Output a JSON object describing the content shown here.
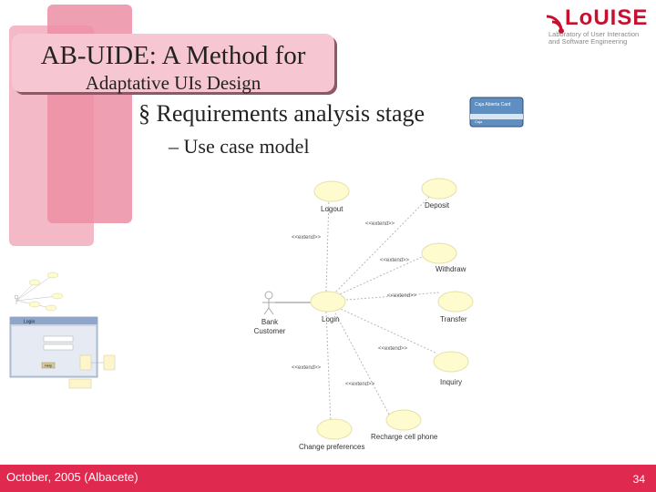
{
  "slide": {
    "title_line1": "AB-UIDE: A Method for",
    "title_line2": "Adaptative UIs Design",
    "bullet_main": "Requirements analysis stage",
    "bullet_sub": "Use case model",
    "bullet_main_marker": "§",
    "bullet_sub_marker": "–"
  },
  "logo": {
    "name": "LoUISE",
    "subtitle": "Laboratory of User Interaction\nand Software Engineering"
  },
  "card": {
    "line1": "Caja Abierta Card",
    "line2": "Caja"
  },
  "diagram": {
    "actor": "Bank Customer",
    "actor_line1": "Bank",
    "actor_line2": "Customer",
    "main_use_case": "Login",
    "use_cases": [
      "Logout",
      "Deposit",
      "Withdraw",
      "Transfer",
      "Inquiry",
      "Recharge cell phone",
      "Change preferences"
    ],
    "relation_label": "<<extend>>"
  },
  "thumbnail": {
    "window_title": "Login",
    "help_button": "Help"
  },
  "footer": {
    "date": "October, 2005 (Albacete)",
    "page_number": "34"
  },
  "colors": {
    "accent": "#e0294e",
    "title_box": "#f6c7d2",
    "use_case_fill": "#fefbcf"
  }
}
